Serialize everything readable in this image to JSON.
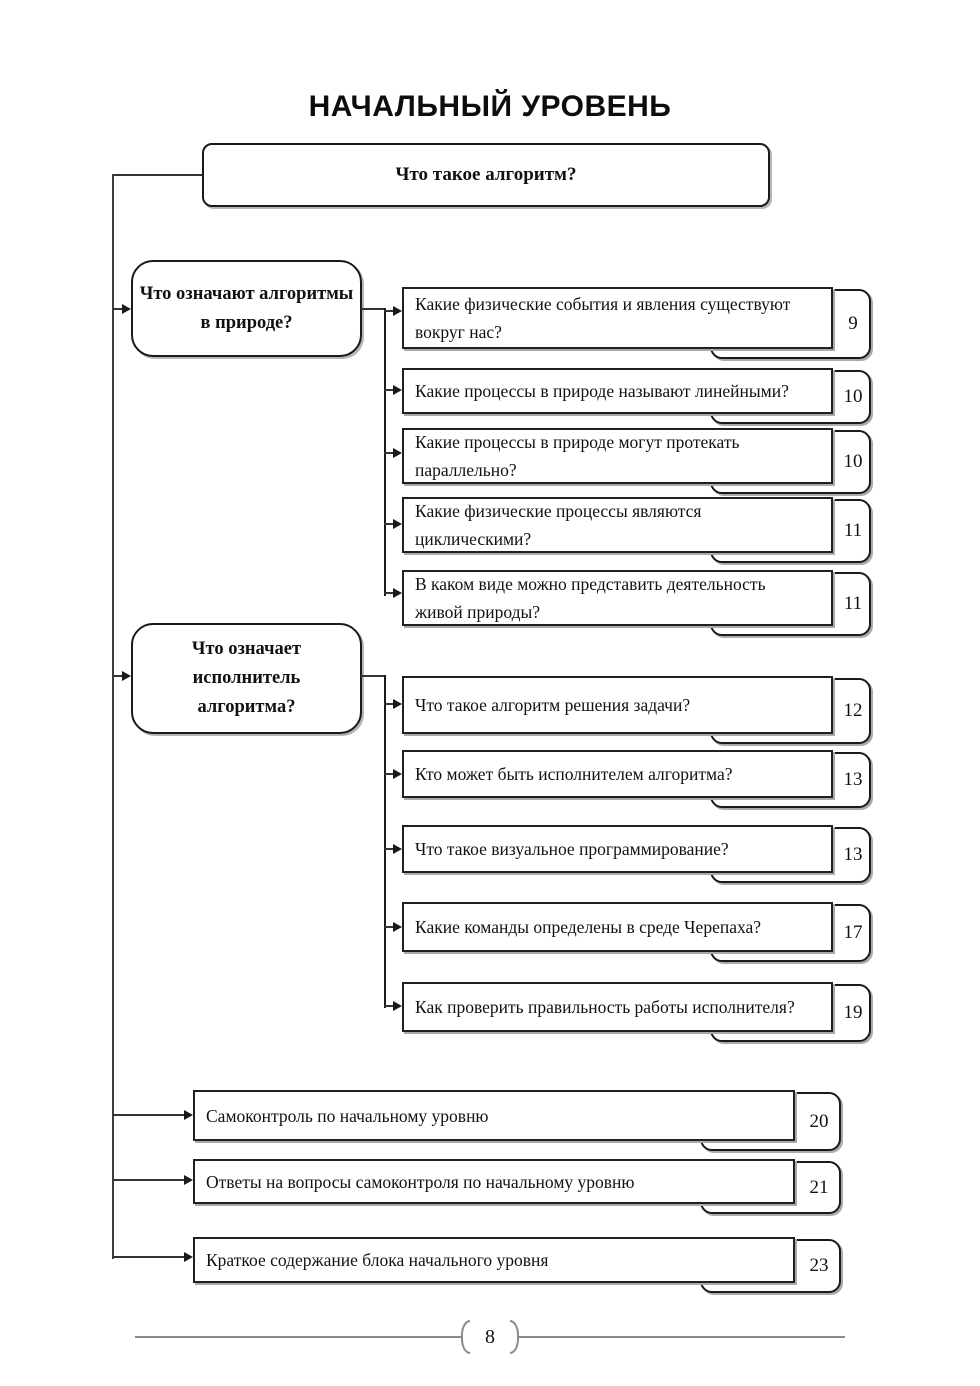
{
  "title": "НАЧАЛЬНЫЙ УРОВЕНЬ",
  "root": {
    "label": "Что такое алгоритм?"
  },
  "branches": [
    {
      "label": "Что означают алгоритмы\nв природе?",
      "questions": [
        {
          "text": "Какие физические события и явления существуют\nвокруг нас?",
          "page": "9"
        },
        {
          "text": "Какие процессы в природе называют линейными?",
          "page": "10"
        },
        {
          "text": "Какие процессы в природе могут протекать\nпараллельно?",
          "page": "10"
        },
        {
          "text": "Какие физические процессы являются\nциклическими?",
          "page": "11"
        },
        {
          "text": "В каком виде можно представить деятельность\nживой природы?",
          "page": "11"
        }
      ]
    },
    {
      "label": "Что означает исполнитель\nалгоритма?",
      "questions": [
        {
          "text": "Что такое алгоритм решения задачи?",
          "page": "12"
        },
        {
          "text": "Кто может быть исполнителем алгоритма?",
          "page": "13"
        },
        {
          "text": "Что такое визуальное программирование?",
          "page": "13"
        },
        {
          "text": "Какие команды определены в среде Черепаха?",
          "page": "17"
        },
        {
          "text": "Как проверить правильность работы исполнителя?",
          "page": "19"
        }
      ]
    }
  ],
  "footer_items": [
    {
      "text": "Самоконтроль по начальному уровню",
      "page": "20"
    },
    {
      "text": "Ответы на вопросы самоконтроля по начальному уровню",
      "page": "21"
    },
    {
      "text": "Краткое содержание блока начального уровня",
      "page": "23"
    }
  ],
  "page_footer": {
    "page_number": "8"
  },
  "colors": {
    "box_border": "#1a1a1a",
    "shadow_gray": "#aaaaaa",
    "footer_gray": "#8a8a8a"
  }
}
